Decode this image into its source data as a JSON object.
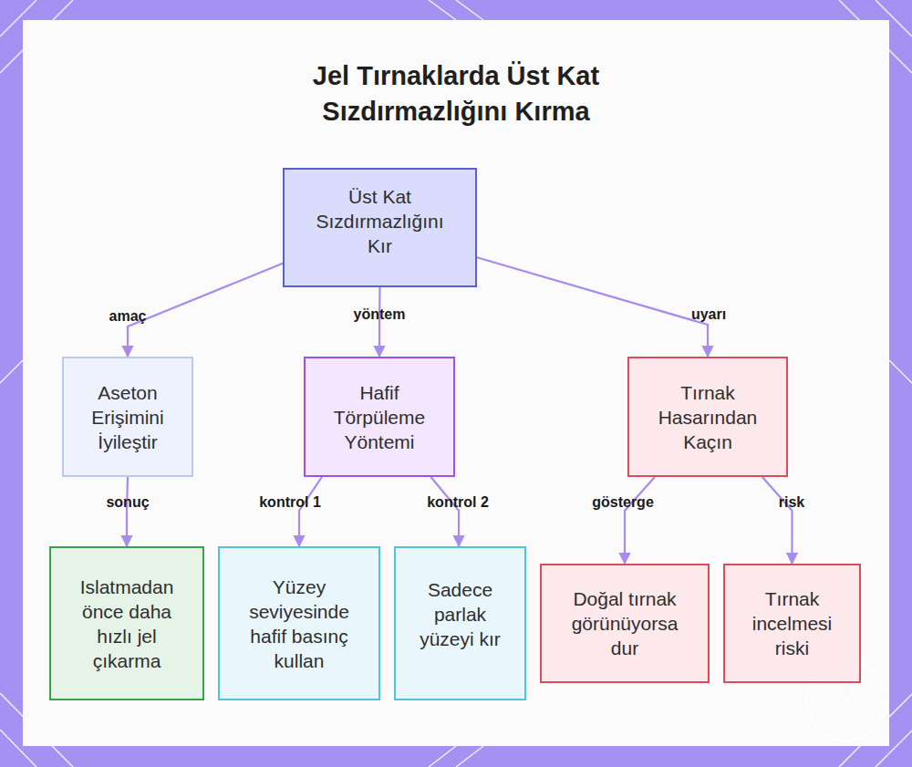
{
  "diagram": {
    "title": "Jel Tırnaklarda Üst Kat Sızdırmazlığını Kırma",
    "nodes": [
      {
        "text": [
          "Üst Kat Sızdırmazlığını Kır"
        ]
      },
      {
        "text": [
          "Aseton Erişimini İyileştir"
        ]
      },
      {
        "text": [
          "Hafif Törpüleme Yöntemi"
        ]
      },
      {
        "text": [
          "Tırnak Hasarından Kaçın"
        ]
      },
      {
        "text": [
          "Islatmadan önce daha hızlı jel çıkarma"
        ]
      },
      {
        "text": [
          "Yüzey seviyesinde hafif basınç kullan"
        ]
      },
      {
        "text": [
          "Sadece parlak yüzeyi kır"
        ]
      },
      {
        "text": [
          "Doğal tırnak görünüyorsa dur"
        ]
      },
      {
        "text": [
          "Tırnak incelmesi riski"
        ]
      }
    ],
    "edges": [
      {
        "from": 0,
        "to": 1,
        "label": "amaç",
        "arrow": "to"
      },
      {
        "from": 0,
        "to": 2,
        "label": "yöntem",
        "arrow": "to"
      },
      {
        "from": 0,
        "to": 3,
        "label": "uyarı",
        "arrow": "to"
      },
      {
        "from": 1,
        "to": 4,
        "label": "sonuç",
        "arrow": "to"
      },
      {
        "from": 2,
        "to": 5,
        "label": "kontrol 1",
        "arrow": "to"
      },
      {
        "from": 2,
        "to": 6,
        "label": "kontrol 2",
        "arrow": "to"
      },
      {
        "from": 3,
        "to": 7,
        "label": "gösterge",
        "arrow": "to"
      },
      {
        "from": 3,
        "to": 8,
        "label": "risk",
        "arrow": "to"
      }
    ]
  }
}
